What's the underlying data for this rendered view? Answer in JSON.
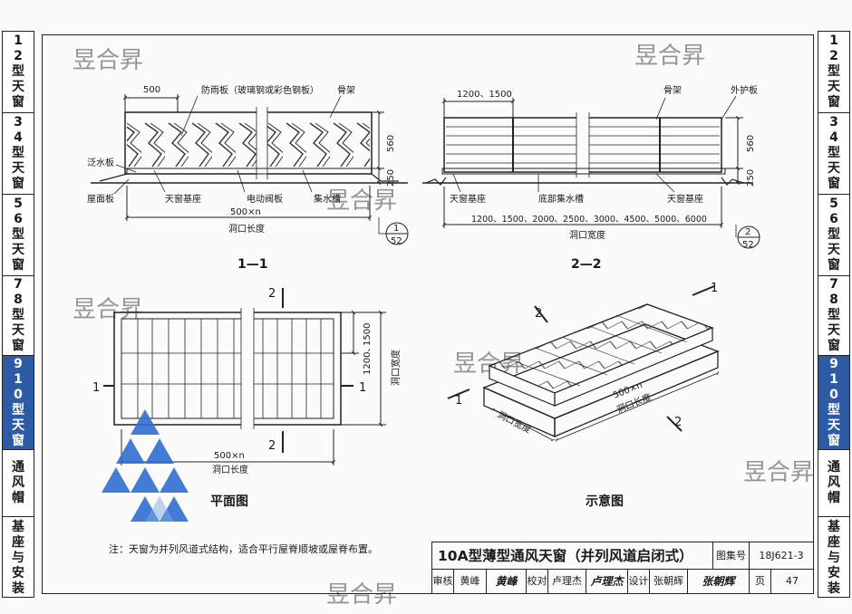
{
  "side_tabs": [
    "12型天窗",
    "34型天窗",
    "56型天窗",
    "78型天窗",
    "910型天窗",
    "通风帽",
    "基座与安装"
  ],
  "active_tab": 4,
  "section_1": {
    "title": "1—1",
    "dim_500": "500",
    "dim_560": "560",
    "dim_250": "250",
    "dim_500n": "500×n",
    "length_label": "洞口长度",
    "labels": [
      "防雨板（玻璃钢或彩色钢板）",
      "骨架",
      "泛水板",
      "屋面板",
      "天窗基座",
      "电动阀板",
      "集水槽"
    ],
    "detail_ref": {
      "num": "1",
      "page": "52"
    }
  },
  "section_2": {
    "title": "2—2",
    "dim_top": "1200、1500",
    "dim_560": "560",
    "dim_250": "250",
    "widths": "1200、1500、2000、2500、3000、4500、5000、6000",
    "width_label": "洞口宽度",
    "labels": [
      "骨架",
      "外护板",
      "天窗基座",
      "底部集水槽",
      "天窗基座"
    ],
    "detail_ref": {
      "num": "2",
      "page": "52"
    }
  },
  "plan": {
    "title": "平面图",
    "dim_1500": "1500",
    "dim_1200": "1200、",
    "width_label": "洞口宽度",
    "dim_500n": "500×n",
    "length_label": "洞口长度",
    "cut_top": "2",
    "cut_bottom": "2",
    "cut_left": "1",
    "cut_right": "1"
  },
  "iso": {
    "title": "示意图",
    "dim_500n": "500×n",
    "length_label": "洞口长度",
    "width_label": "洞口宽度",
    "cut_1a": "1",
    "cut_1b": "1",
    "cut_2a": "2",
    "cut_2b": "2"
  },
  "note": "注：天窗为并列风道式结构，适合平行屋脊顺坡或屋脊布置。",
  "title_block": {
    "title": "10A型薄型通风天窗（并列风道启闭式）",
    "atlas_label": "图集号",
    "atlas_no": "18J621-3",
    "review_label": "审核",
    "reviewer": "黄峰",
    "reviewer_sig": "黄峰",
    "check_label": "校对",
    "checker": "卢理杰",
    "checker_sig": "卢理杰",
    "design_label": "设计",
    "designer": "张朝辉",
    "designer_sig": "张朝辉",
    "page_label": "页",
    "page_no": "47"
  },
  "watermark": "昱合昇",
  "colors": {
    "accent": "#2d5ba5",
    "logo_blue": "#2f6fd0",
    "watermark": "#f0c070"
  }
}
